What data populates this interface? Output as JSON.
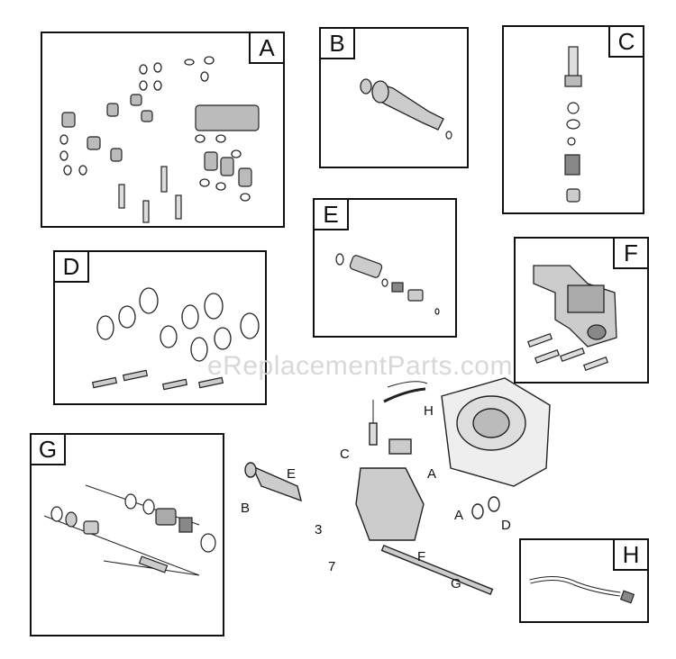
{
  "panels": {
    "a": {
      "tag": "A"
    },
    "b": {
      "tag": "B"
    },
    "c": {
      "tag": "C"
    },
    "d": {
      "tag": "D"
    },
    "e": {
      "tag": "E"
    },
    "f": {
      "tag": "F"
    },
    "g": {
      "tag": "G"
    },
    "h": {
      "tag": "H"
    }
  },
  "watermark": "eReplacementParts.com",
  "callouts": {
    "h": "H",
    "c": "C",
    "e": "E",
    "a": "A",
    "b": "B",
    "a2": "A",
    "d": "D",
    "three": "3",
    "seven": "7",
    "f": "F",
    "g": "G"
  }
}
